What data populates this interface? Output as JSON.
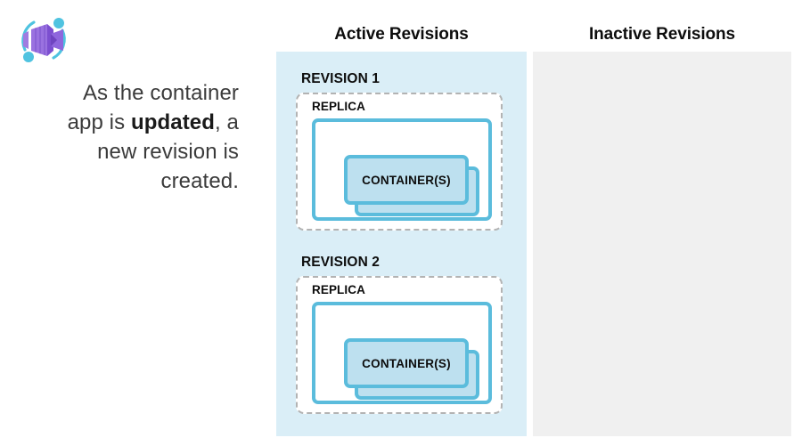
{
  "logo": {
    "icon": "azure-container-apps-icon",
    "body_color": "#8a5fd6",
    "body_color_light": "#a07ce0",
    "body_color_dark": "#6f44c0",
    "accent_color": "#4fc3e0"
  },
  "caption": {
    "line_1": "As the container",
    "line_2_prefix": "app is ",
    "line_2_bold": "updated",
    "line_2_suffix": ", a",
    "line_3": "new revision is",
    "line_4": "created."
  },
  "panels": [
    {
      "id": "active",
      "title": "Active Revisions",
      "background": "#daeef7",
      "revisions": [
        {
          "label": "REVISION 1",
          "replica_label": "REPLICA",
          "container_label": "CONTAINER(S)"
        },
        {
          "label": "REVISION 2",
          "replica_label": "REPLICA",
          "container_label": "CONTAINER(S)"
        }
      ]
    },
    {
      "id": "inactive",
      "title": "Inactive Revisions",
      "background": "#f0f0f0",
      "revisions": []
    }
  ],
  "colors": {
    "accent_blue": "#5bbcdc",
    "container_fill": "#bde0ef",
    "active_panel_bg": "#daeef7",
    "inactive_panel_bg": "#f0f0f0",
    "dashed_border": "#b3b3b3",
    "text_dark": "#0d0d0d",
    "caption_text": "#3b3b3b"
  }
}
